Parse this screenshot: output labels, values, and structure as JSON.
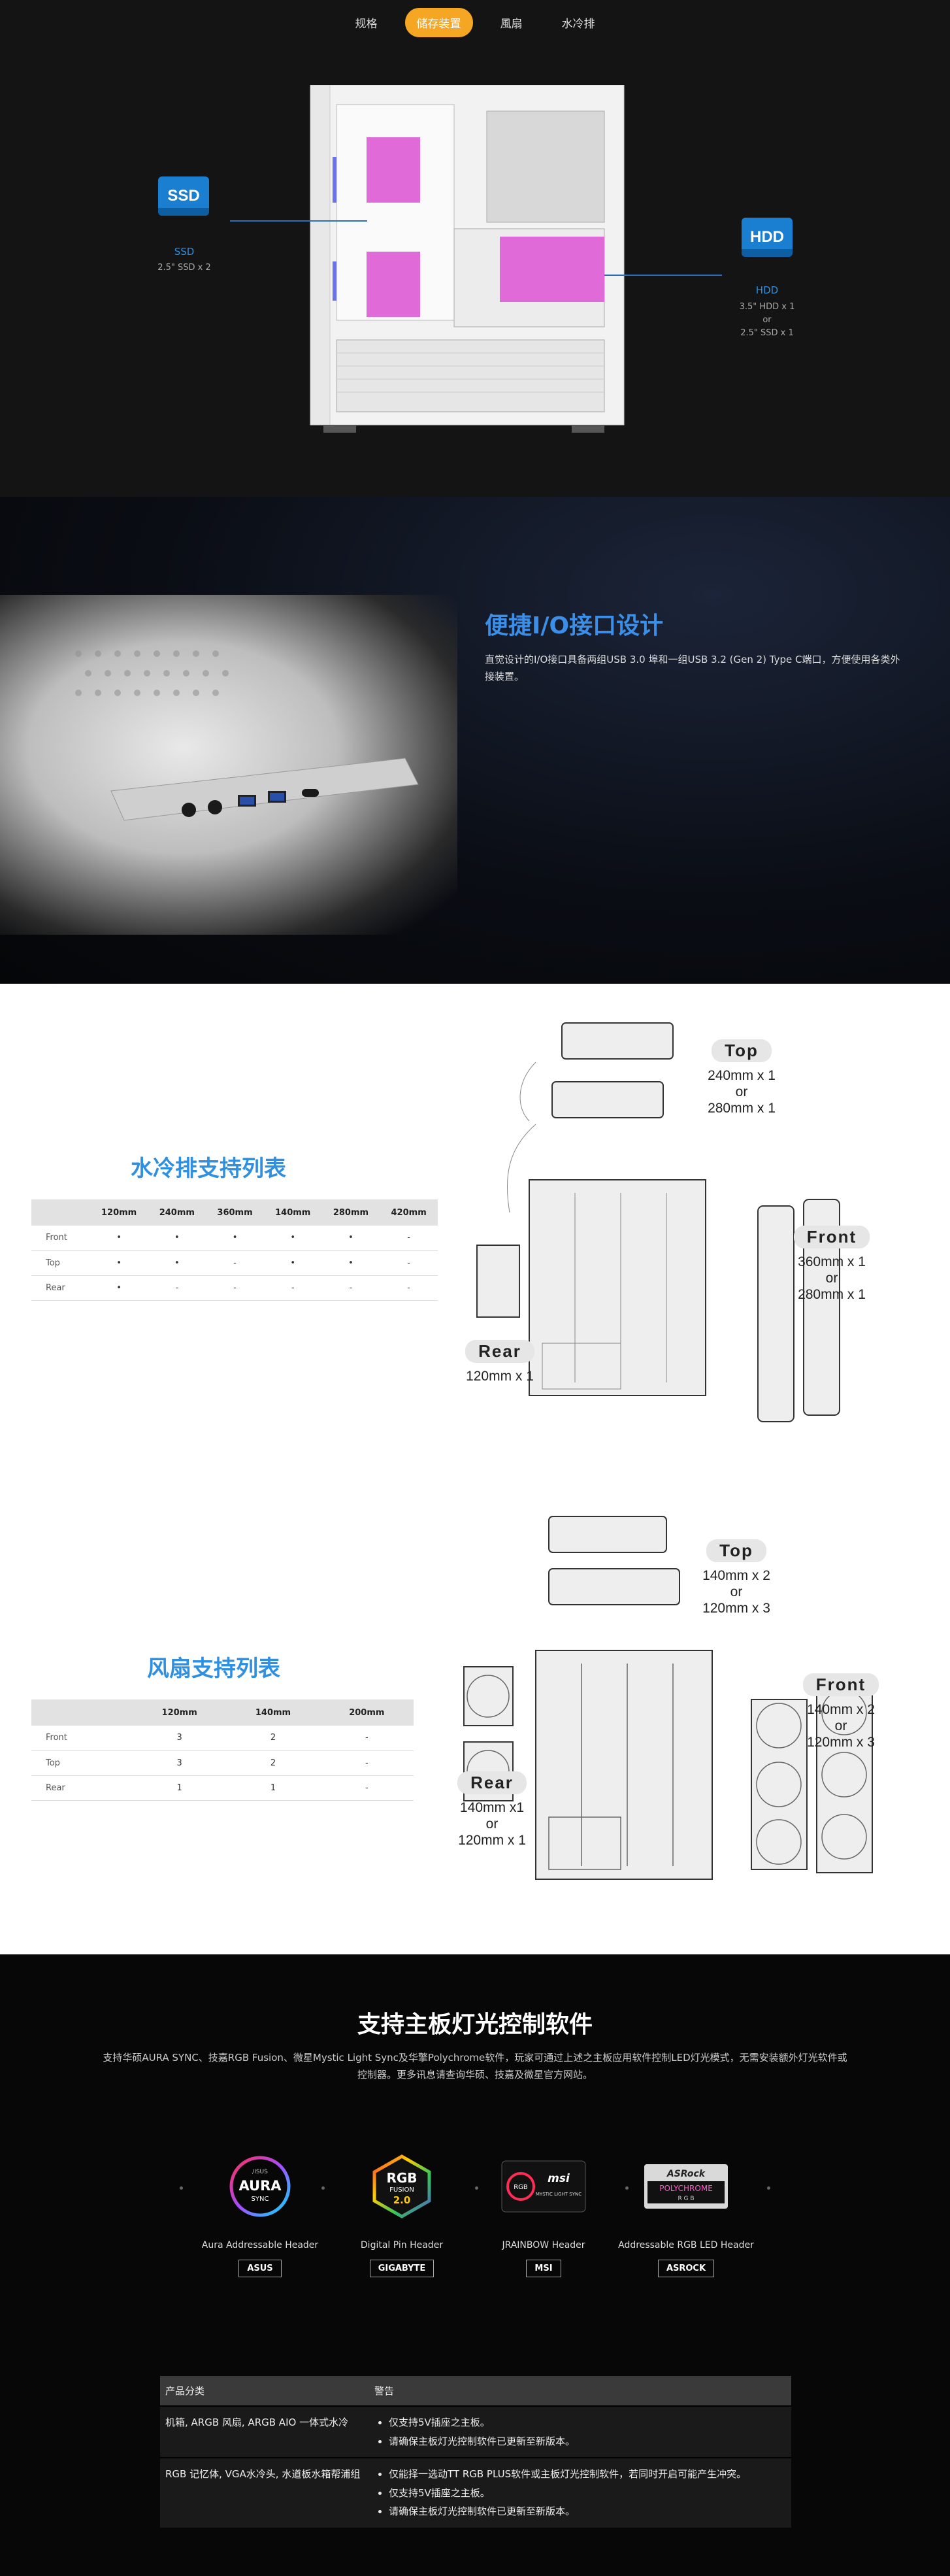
{
  "tabs": [
    {
      "label": "规格",
      "active": false
    },
    {
      "label": "储存装置",
      "active": true
    },
    {
      "label": "風扇",
      "active": false
    },
    {
      "label": "水冷排",
      "active": false
    }
  ],
  "storage": {
    "ssd_icon": "SSD",
    "ssd_label": "SSD",
    "ssd_spec": "2.5\" SSD x 2",
    "hdd_icon": "HDD",
    "hdd_label": "HDD",
    "hdd_spec_1": "3.5\" HDD x 1",
    "hdd_spec_or": "or",
    "hdd_spec_2": "2.5\" SSD x 1"
  },
  "io": {
    "title": "便捷I/O接口设计",
    "description": "直觉设计的I/O接口具备两组USB 3.0 埠和一组USB 3.2 (Gen 2) Type C端口，方便使用各类外接装置。"
  },
  "radiator": {
    "title": "水冷排支持列表",
    "columns": [
      "",
      "120mm",
      "240mm",
      "360mm",
      "140mm",
      "280mm",
      "420mm"
    ],
    "rows": [
      [
        "Front",
        "•",
        "•",
        "•",
        "•",
        "•",
        "-"
      ],
      [
        "Top",
        "•",
        "•",
        "-",
        "•",
        "•",
        "-"
      ],
      [
        "Rear",
        "•",
        "-",
        "-",
        "-",
        "-",
        "-"
      ]
    ],
    "top_label": "Top",
    "top_val_1": "240mm x 1",
    "top_val_or": "or",
    "top_val_2": "280mm x 1",
    "front_label": "Front",
    "front_val_1": "360mm x 1",
    "front_val_or": "or",
    "front_val_2": "280mm x 1",
    "rear_label": "Rear",
    "rear_val": "120mm x 1"
  },
  "fan": {
    "title": "风扇支持列表",
    "columns": [
      "",
      "120mm",
      "140mm",
      "200mm"
    ],
    "rows": [
      [
        "Front",
        "3",
        "2",
        "-"
      ],
      [
        "Top",
        "3",
        "2",
        "-"
      ],
      [
        "Rear",
        "1",
        "1",
        "-"
      ]
    ],
    "top_label": "Top",
    "top_val_1": "140mm x 2",
    "top_val_or": "or",
    "top_val_2": "120mm x 3",
    "front_label": "Front",
    "front_val_1": "140mm x 2",
    "front_val_or": "or",
    "front_val_2": "120mm x 3",
    "rear_label": "Rear",
    "rear_val_1": "140mm x1",
    "rear_val_or": "or",
    "rear_val_2": "120mm x 1"
  },
  "rgb": {
    "title": "支持主板灯光控制软件",
    "description": "支持华硕AURA SYNC、技嘉RGB Fusion、微星Mystic Light Sync及华擎Polychrome软件，玩家可通过上述之主板应用软件控制LED灯光模式，无需安装额外灯光软件或控制器。更多讯息请查询华硕、技嘉及微星官方网站。",
    "brands": [
      {
        "logo_text": "AURA",
        "logo_sub": "SYNC",
        "logo_top": "/ISUS",
        "caption": "Aura Addressable Header",
        "tag": "ASUS"
      },
      {
        "logo_text": "RGB",
        "logo_sub": "2.0",
        "logo_top": "FUSION",
        "caption": "Digital Pin Header",
        "tag": "GIGABYTE"
      },
      {
        "logo_text": "msi",
        "logo_sub": "MYSTIC LIGHT SYNC",
        "logo_top": "RGB",
        "caption": "JRAINBOW Header",
        "tag": "MSI"
      },
      {
        "logo_text": "ASRock",
        "logo_sub": "R G B",
        "logo_top": "POLYCHROME",
        "caption": "Addressable RGB LED Header",
        "tag": "ASROCK"
      }
    ],
    "warn_header_1": "产品分类",
    "warn_header_2": "警告",
    "warn_rows": [
      {
        "category": "机箱, ARGB 风扇, ARGB AIO 一体式水冷",
        "items": [
          "仅支持5V插座之主板。",
          "请确保主板灯光控制软件已更新至新版本。"
        ]
      },
      {
        "category": "RGB 记忆体, VGA水冷头, 水道板水箱帮浦组",
        "items": [
          "仅能择一选动TT RGB PLUS软件或主板灯光控制软件，若同时开启可能产生冲突。",
          "仅支持5V插座之主板。",
          "请确保主板灯光控制软件已更新至新版本。"
        ]
      }
    ]
  },
  "colors": {
    "accent": "#2f8fe0",
    "tab_active": "#f5a623",
    "storage_pink": "#e06bd8"
  }
}
